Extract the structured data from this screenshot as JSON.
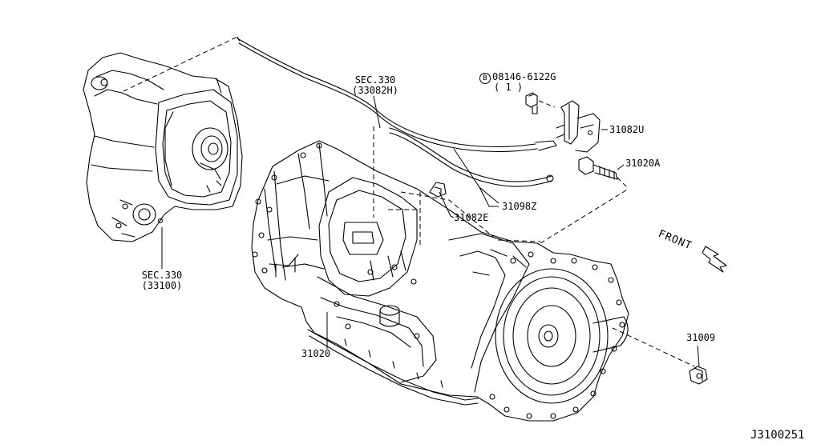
{
  "diagram": {
    "figure_code": "J3100251",
    "front_label": "FRONT",
    "labels": {
      "sec_top_line1": "SEC.330",
      "sec_top_line2": "(33082H)",
      "sec_left_line1": "SEC.330",
      "sec_left_line2": "(33100)",
      "bolt_circled": "B",
      "bolt_code": "08146-6122G",
      "bolt_qty": "( 1 )",
      "part_31082U": "31082U",
      "part_31020A": "31020A",
      "part_31098Z": "31098Z",
      "part_31082E": "31082E",
      "part_31020": "31020",
      "part_31009": "31009"
    }
  }
}
